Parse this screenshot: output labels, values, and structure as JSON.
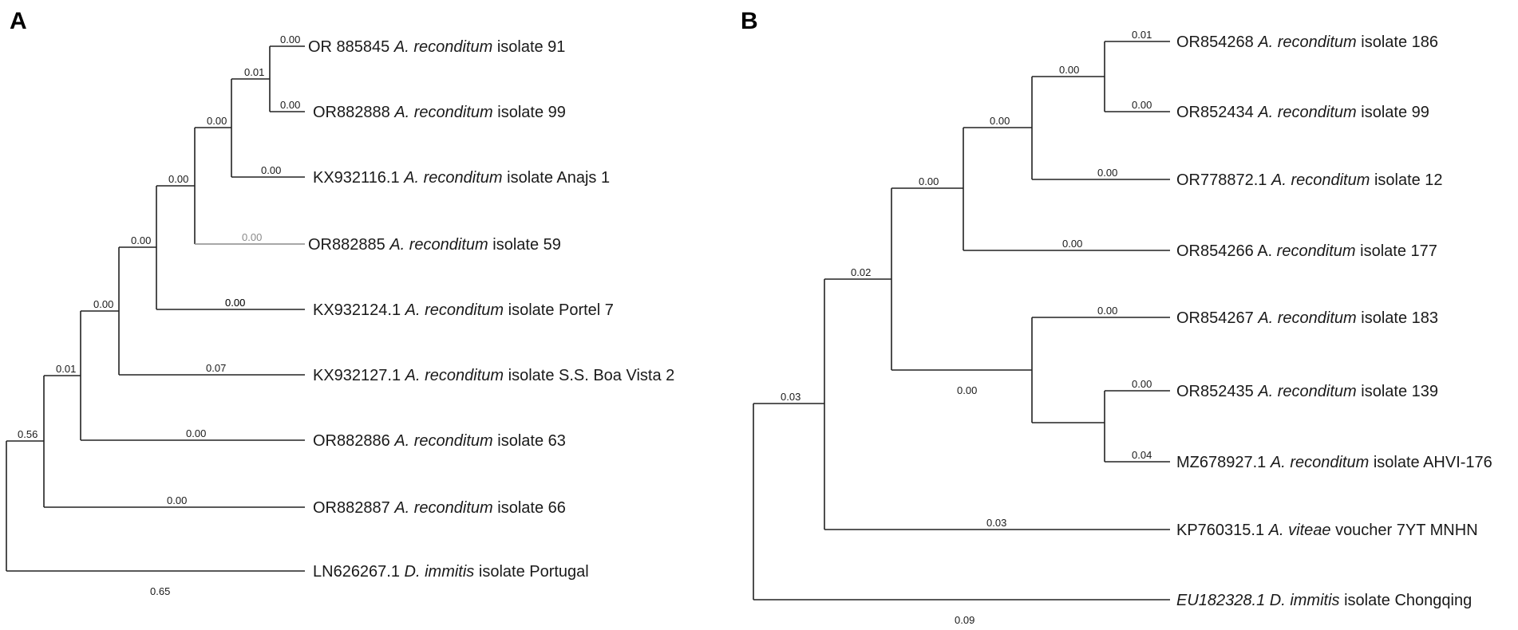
{
  "panels": [
    {
      "id": "A",
      "letter": "A",
      "leaves": [
        {
          "accession": "OR 885845",
          "species": "A. reconditum",
          "descriptor": "isolate 91"
        },
        {
          "accession": "OR882888",
          "species": "A. reconditum",
          "descriptor": "isolate 99"
        },
        {
          "accession": "KX932116.1",
          "species": "A. reconditum",
          "descriptor": "isolate Anajs 1"
        },
        {
          "accession": "OR882885",
          "species": "A. reconditum",
          "descriptor": "isolate 59"
        },
        {
          "accession": "KX932124.1",
          "species": "A. reconditum",
          "descriptor": "isolate Portel 7"
        },
        {
          "accession": "KX932127.1",
          "species": "A. reconditum",
          "descriptor": "isolate S.S. Boa Vista 2"
        },
        {
          "accession": "OR882886",
          "species": "A. reconditum",
          "descriptor": "isolate 63"
        },
        {
          "accession": "OR882887",
          "species": "A. reconditum",
          "descriptor": "isolate 66"
        },
        {
          "accession": "LN626267.1",
          "species": "D. immitis",
          "descriptor": "isolate Portugal"
        }
      ],
      "branch_labels": [
        "0.00",
        "0.00",
        "0.01",
        "0.00",
        "0.00",
        "0.00",
        "0.00",
        "0.00",
        "0.00",
        "0.00",
        "0.00",
        "0.07",
        "0.01",
        "0.00",
        "0.56",
        "0.00",
        "0.65"
      ]
    },
    {
      "id": "B",
      "letter": "B",
      "leaves": [
        {
          "accession": "OR854268",
          "species": "A. reconditum",
          "descriptor": "isolate 186"
        },
        {
          "accession": "OR852434",
          "species": "A. reconditum",
          "descriptor": "isolate 99"
        },
        {
          "accession": "OR778872.1",
          "species": "A. reconditum",
          "descriptor": "isolate 12"
        },
        {
          "accession": "OR854266 A.",
          "species": "reconditum",
          "descriptor": "isolate 177"
        },
        {
          "accession": "OR854267",
          "species": "A. reconditum",
          "descriptor": "isolate 183"
        },
        {
          "accession": "OR852435",
          "species": "A. reconditum",
          "descriptor": "isolate 139"
        },
        {
          "accession": "MZ678927.1",
          "species": "A. reconditum",
          "descriptor": "isolate AHVI-176"
        },
        {
          "accession": "KP760315.1",
          "species": "A. viteae",
          "descriptor": "voucher 7YT MNHN"
        },
        {
          "accession": "EU182328.1",
          "species": "D. immitis",
          "descriptor": "isolate Chongqing",
          "accession_italic": true
        }
      ],
      "branch_labels": [
        "0.01",
        "0.00",
        "0.00",
        "0.00",
        "0.00",
        "0.00",
        "0.00",
        "0.02",
        "0.00",
        "0.00",
        "0.00",
        "0.04",
        "0.03",
        "0.03",
        "0.09"
      ]
    }
  ]
}
